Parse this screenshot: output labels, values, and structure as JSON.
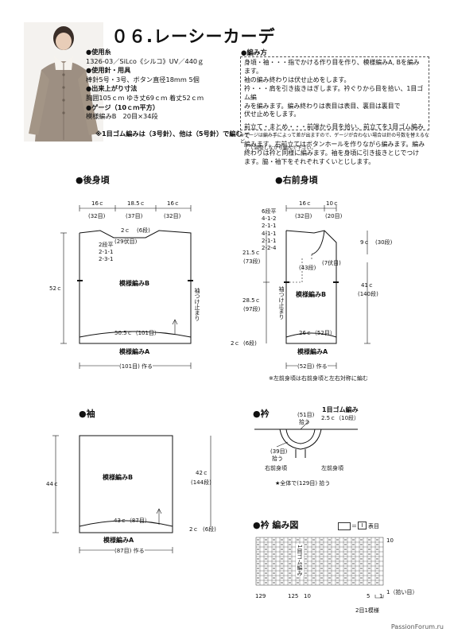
{
  "title": "０６.レーシーカーデ",
  "spec": {
    "yarn_h": "●使用糸",
    "yarn": "1326-03／SiLco《シルコ》UV／440ｇ",
    "tools_h": "●使用針・用具",
    "tools": "棒針5号・3号、ボタン直径18mm 5個",
    "size_h": "●出来上がり寸法",
    "size": "胸囲105ｃｍ ゆき丈69ｃｍ 着丈52ｃｍ",
    "gauge_h": "●ゲージ（10ｃｍ平方）",
    "gauge": "模様編みB　20目×34段",
    "needle_note": "※1目ゴム編みは（3号針）、他は（5号針）で編む"
  },
  "howto": {
    "title": "●編み方",
    "lines": [
      "身頃・袖・・・指でかける作り目を作り、模様編みA, Bを編みます。",
      "袖の編み終わりは伏せ止めをします。",
      "衿・・・肩を引き抜きはぎします。衿ぐりから目を拾い、1目ゴム編",
      "みを編みます。編み終わりは表目は表目、裏目は裏目で",
      "伏せ止めをします。",
      "前立て・まとめ・・・前端から目を拾い、前立てを1目ゴム編みで",
      "編みます。右前立てはボタンホールを作りながら編みます。編み",
      "終わりは衿と同様に編みます。袖を身頃に引き抜きとじでつけ",
      "ます。脇・袖下をそれぞれすくいとじします。"
    ],
    "footnote": [
      "※ゲージは編み手によって差が出ますので、ゲージが合わない場合は針の号数を替えるなど",
      "　して調整しながら編んで下さい。"
    ]
  },
  "back": {
    "heading": "●後身頃",
    "top_widths": [
      "16ｃ",
      "18.5ｃ",
      "16ｃ"
    ],
    "top_rows": [
      "(32目)",
      "(37目)",
      "(32目)"
    ],
    "neck_depth": "2ｃ",
    "neck_rows": "(6段)",
    "neck_stitch": "(29伏目)",
    "shoulder_dec": [
      "2段平",
      "2-1-1",
      "2-3-1"
    ],
    "height": "52ｃ",
    "pattern_b": "模様編みB",
    "sleeve_mark": "袖つけ止まり",
    "bottom_width": "50.5ｃ（101目）",
    "pattern_a": "模様編みA",
    "cast_on": "(101目) 作る"
  },
  "front": {
    "heading": "●右前身頃",
    "top_widths": [
      "16ｃ",
      "10ｃ"
    ],
    "top_rows": [
      "(32目)",
      "(20目)"
    ],
    "neck_dec": [
      "6段平",
      "4-1-2",
      "2-1-1",
      "4-1-1",
      "2-1-1",
      "2-2-4"
    ],
    "neck_depth": "9ｃ",
    "neck_rows": "(30段)",
    "upper_height": "21.5ｃ",
    "upper_rows": "(73段)",
    "lower_height": "28.5ｃ",
    "lower_rows": "(97段)",
    "hem_depth": "2ｃ",
    "hem_rows": "(6段)",
    "neck_43": "(43段)",
    "neck_7": "(7伏目)",
    "side_height": "41ｃ",
    "side_rows": "(140段)",
    "pattern_b": "模様編みB",
    "sleeve_mark": "袖つけ止まり",
    "bottom_width": "26ｃ（52目）",
    "pattern_a": "模様編みA",
    "cast_on": "(52目) 作る",
    "note": "※左前身頃は右前身頃と左右対称に編む"
  },
  "sleeve": {
    "heading": "●袖",
    "height": "44ｃ",
    "pattern_b": "模様編みB",
    "upper_height": "42ｃ",
    "upper_rows": "(144段)",
    "bottom_width": "43ｃ（87目）",
    "hem_depth": "2ｃ",
    "hem_rows": "(6段)",
    "pattern_a": "模様編みA",
    "cast_on": "(87目) 作る"
  },
  "collar": {
    "heading": "●衿",
    "rib_label": "1目ゴム編み",
    "rib_size": "2.5ｃ（10段）",
    "pick_51": "(51目)",
    "pick_51_b": "拾う",
    "pick_39": "(39目)",
    "pick_39_b": "拾う",
    "right_front": "右前身頃",
    "left_front": "左前身頃",
    "total": "★全体で(129目) 拾う"
  },
  "chart": {
    "heading": "●衿 編み図",
    "legend_eq": "＝",
    "legend_symbol": "Ⅰ",
    "legend_label": "表目",
    "center_label": "1目ゴム編み",
    "row_top": "10",
    "row_bottom": "1（拾い目）",
    "col_labels": [
      "129",
      "125",
      "10",
      "5",
      "1"
    ],
    "repeat": "2目1模様"
  },
  "watermark": "PassionForum.ru"
}
